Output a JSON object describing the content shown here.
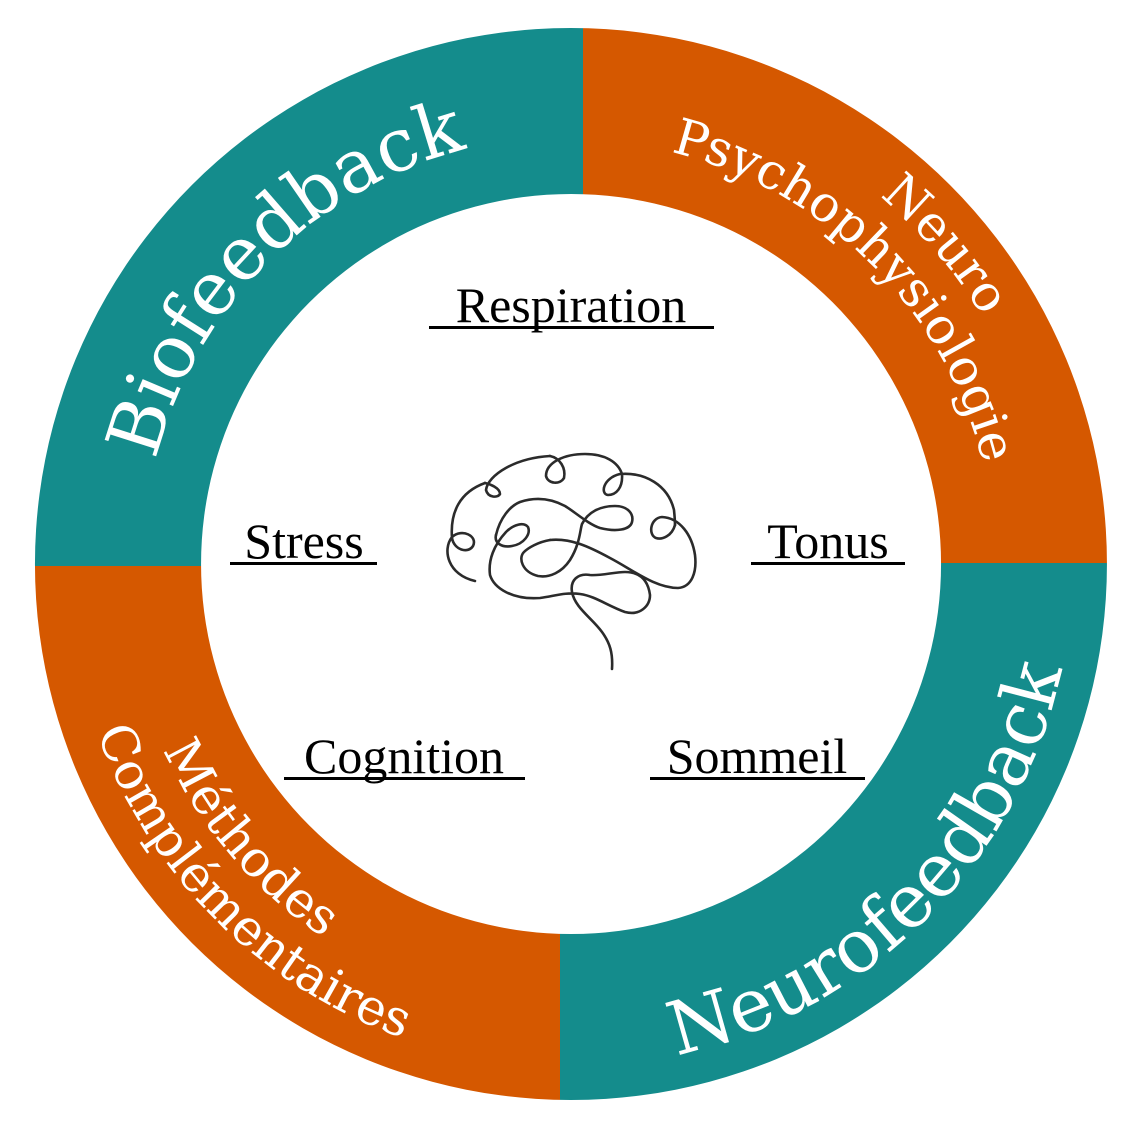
{
  "colors": {
    "teal": "#148c8c",
    "orange": "#d55800",
    "text_on_ring": "#ffffff",
    "center_text": "#000000"
  },
  "segments": [
    {
      "id": "biofeedback",
      "lines": [
        "Biofeedback"
      ],
      "color": "teal"
    },
    {
      "id": "neuropsychophysiologie",
      "lines": [
        "Neuro",
        "Psychophysiologie"
      ],
      "color": "orange"
    },
    {
      "id": "neurofeedback",
      "lines": [
        "Neurofeedback"
      ],
      "color": "teal"
    },
    {
      "id": "methodes-complementaires",
      "lines": [
        "Méthodes",
        "Complémentaires"
      ],
      "color": "orange"
    }
  ],
  "center": {
    "icon": "brain-icon",
    "labels": [
      "Respiration",
      "Stress",
      "Tonus",
      "Cognition",
      "Sommeil"
    ]
  }
}
